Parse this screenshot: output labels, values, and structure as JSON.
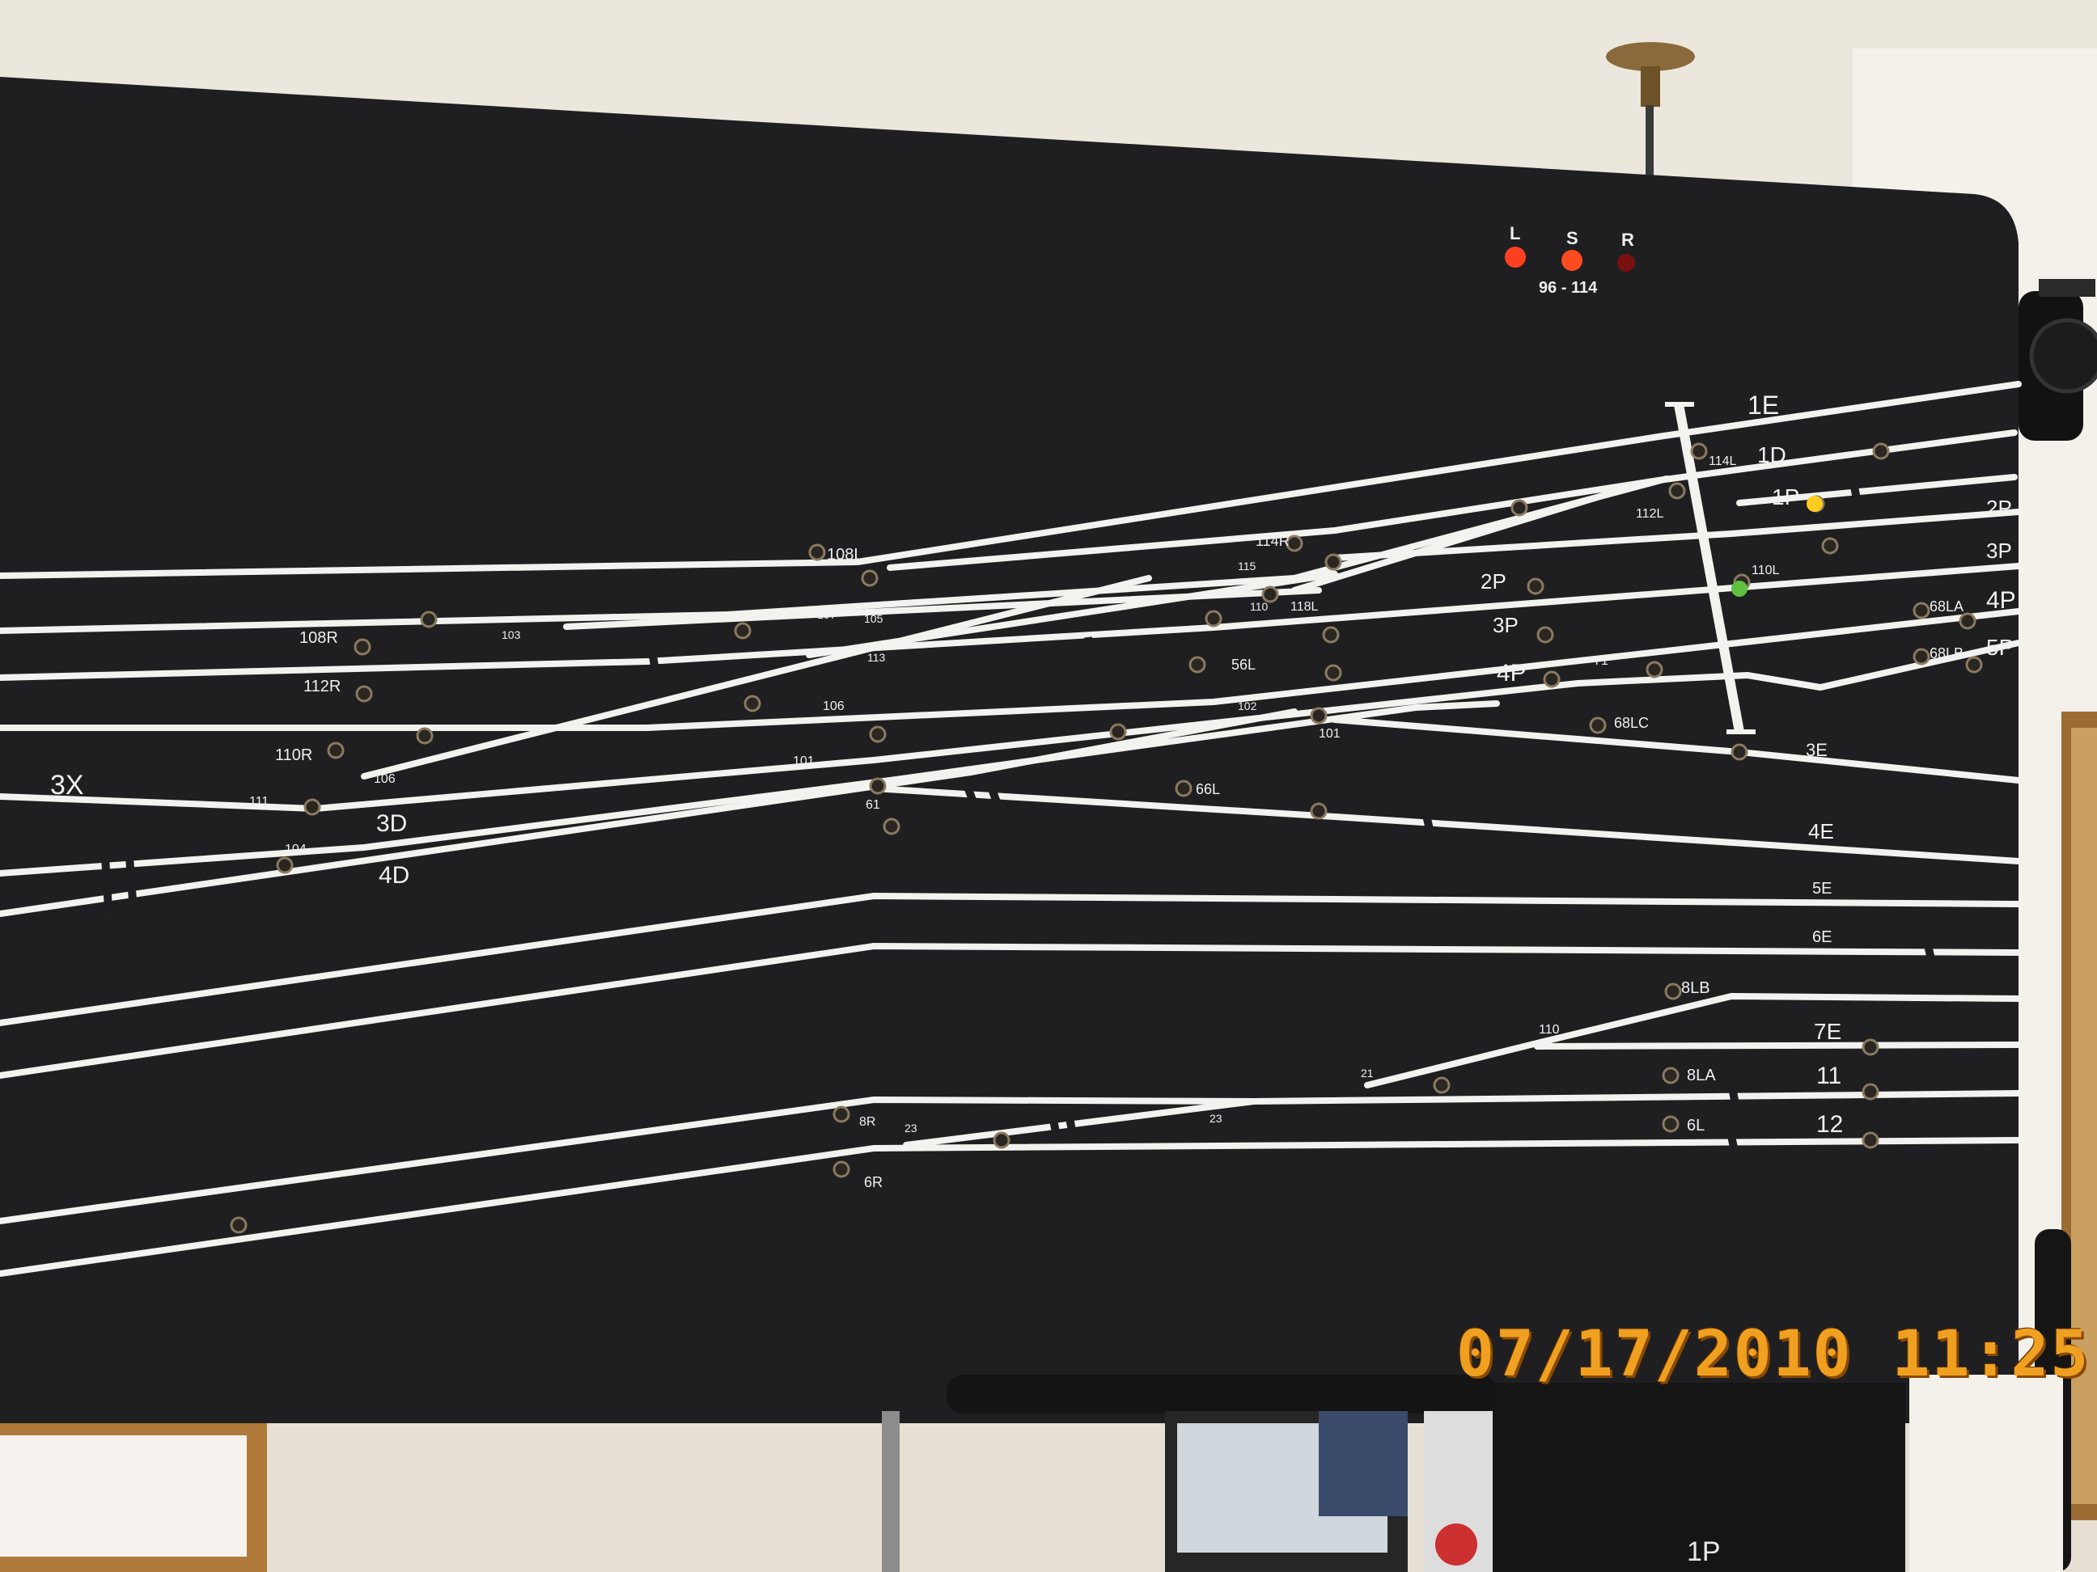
{
  "panel": {
    "indicator": {
      "lamps": [
        {
          "label": "L",
          "color": "#ff4020"
        },
        {
          "label": "S",
          "color": "#ff4a20"
        },
        {
          "label": "R",
          "color": "#7a1010"
        }
      ],
      "range": "96 - 114"
    },
    "track_labels": {
      "t_1e": "1E",
      "t_1d": "1D",
      "t_1p": "1P",
      "t_2p_right": "2P",
      "t_3p_right": "3P",
      "t_4p_right": "4P",
      "t_5p": "5P",
      "t_2p_mid": "2P",
      "t_3p_mid": "3P",
      "t_4p_mid": "4P",
      "t_3e": "3E",
      "t_4e": "4E",
      "t_5e": "5E",
      "t_6e": "6E",
      "t_7e": "7E",
      "t_11": "11",
      "t_12": "12",
      "t_3x": "3X",
      "t_3d": "3D",
      "t_4d": "4D"
    },
    "switch_labels": {
      "s_108l": "108L",
      "s_108r": "108R",
      "s_112r": "112R",
      "s_110r": "110R",
      "s_114r": "114R",
      "s_114l": "114L",
      "s_112l": "112L",
      "s_110l": "110L",
      "s_68la": "68LA",
      "s_68lb": "68LB",
      "s_68lc": "68LC",
      "s_66l": "66L",
      "s_56l": "56L",
      "s_8lb": "8LB",
      "s_8la": "8LA",
      "s_6l": "6L",
      "s_6r": "6R",
      "s_8r": "8R",
      "s_118l": "118L"
    },
    "section_numbers": {
      "n_111": "111",
      "n_106a": "106",
      "n_104": "104",
      "n_103": "103",
      "n_105": "105",
      "n_107": "107",
      "n_106b": "106",
      "n_101a": "101",
      "n_61": "61",
      "n_113": "113",
      "n_115": "115",
      "n_102": "102",
      "n_101b": "101",
      "n_71": "71",
      "n_110": "110",
      "n_21": "21",
      "n_23a": "23",
      "n_23b": "23",
      "n_110r": "110"
    },
    "bottom_label": "1P"
  },
  "timestamp": "07/17/2010  11:25",
  "colors": {
    "panel": "#1f1f21",
    "track": "#f2f2ee",
    "wall": "#ece7dd",
    "stamp": "#f0a020"
  }
}
